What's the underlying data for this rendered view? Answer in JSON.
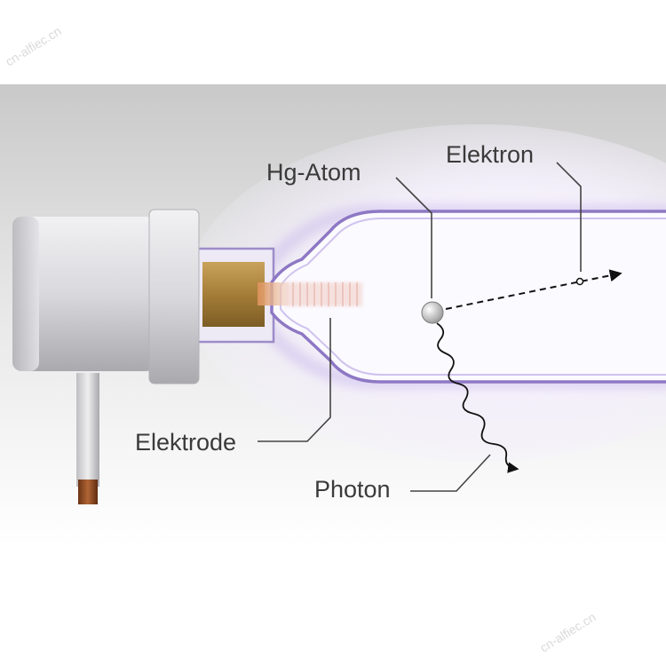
{
  "labels": {
    "hg_atom": "Hg-Atom",
    "elektron": "Elektron",
    "elektrode": "Elektrode",
    "photon": "Photon"
  },
  "watermark": "cn-alfiec.cn",
  "colors": {
    "tube_glow": "#b9a6e0",
    "tube_outline": "#8e78c4",
    "electrode": "#a58340",
    "copper_wire": "#8a4a22",
    "cap": "#d7d7db",
    "label_text": "#3a3a3a"
  }
}
